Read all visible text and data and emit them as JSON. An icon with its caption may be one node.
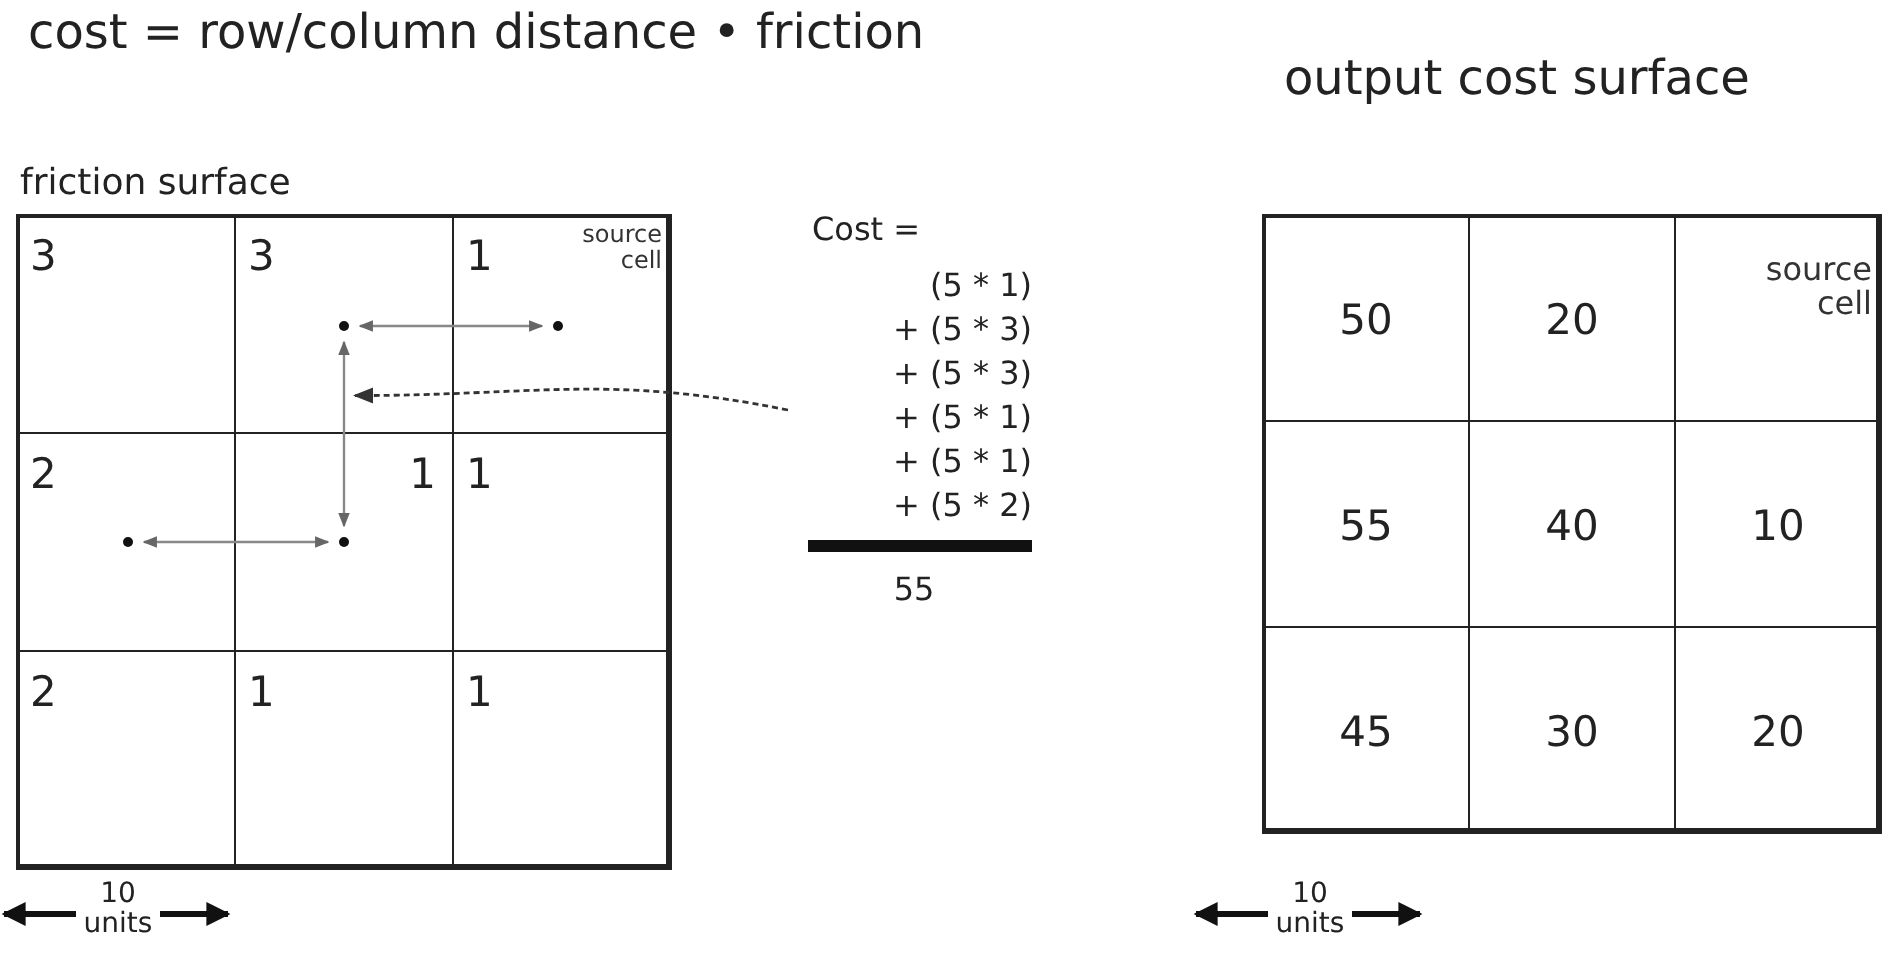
{
  "diagram": {
    "title": "cost = row/column distance • friction",
    "nodes": [
      {
        "text": [
          "friction surface"
        ]
      },
      {
        "text": [
          "3"
        ],
        "in": 0
      },
      {
        "text": [
          "3"
        ],
        "in": 0
      },
      {
        "text": [
          "1",
          "source cell"
        ],
        "in": 0
      },
      {
        "text": [
          "2"
        ],
        "in": 0
      },
      {
        "text": [
          "1"
        ],
        "in": 0
      },
      {
        "text": [
          "1"
        ],
        "in": 0
      },
      {
        "text": [
          "2"
        ],
        "in": 0
      },
      {
        "text": [
          "1"
        ],
        "in": 0
      },
      {
        "text": [
          "1"
        ],
        "in": 0
      },
      {
        "text": [],
        "shape": "picture",
        "in": 0
      },
      {
        "text": [
          "Cost =",
          "(5 * 1)",
          "+ (5 * 3)",
          "+ (5 * 3)",
          "+ (5 * 1)",
          "+ (5 * 1)",
          "+ (5 * 2)",
          "55"
        ]
      },
      {
        "text": [
          "output cost surface"
        ]
      },
      {
        "text": [
          "50"
        ],
        "in": 12
      },
      {
        "text": [
          "20"
        ],
        "in": 12
      },
      {
        "text": [
          "source cell"
        ],
        "in": 12
      },
      {
        "text": [
          "55"
        ],
        "in": 12
      },
      {
        "text": [
          "40"
        ],
        "in": 12
      },
      {
        "text": [
          "10"
        ],
        "in": 12
      },
      {
        "text": [
          "45"
        ],
        "in": 12
      },
      {
        "text": [
          "30"
        ],
        "in": 12
      },
      {
        "text": [
          "20"
        ],
        "in": 12
      }
    ],
    "edges": [
      {
        "from": 11,
        "to": 10,
        "arrow": "to",
        "style": "dashed"
      }
    ],
    "labels": [
      "10 units",
      "10 units"
    ]
  }
}
